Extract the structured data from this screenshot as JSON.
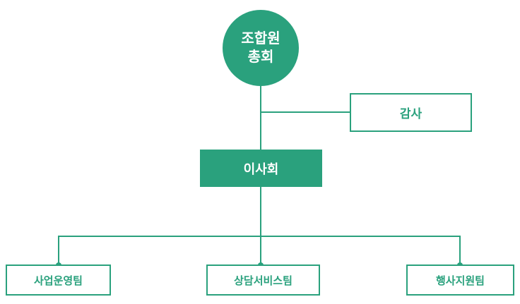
{
  "chart": {
    "type": "org-chart",
    "colors": {
      "accent_green": "#2aa17d",
      "background": "#ffffff",
      "filled_node_text": "#ffffff",
      "outlined_node_text": "#2aa17d"
    },
    "nodes": {
      "assembly": {
        "line1": "조합원",
        "line2": "총회"
      },
      "audit": {
        "label": "감사"
      },
      "board": {
        "label": "이사회"
      },
      "teams": [
        {
          "label": "사업운영팀"
        },
        {
          "label": "상담서비스팀"
        },
        {
          "label": "행사지원팀"
        }
      ]
    }
  }
}
